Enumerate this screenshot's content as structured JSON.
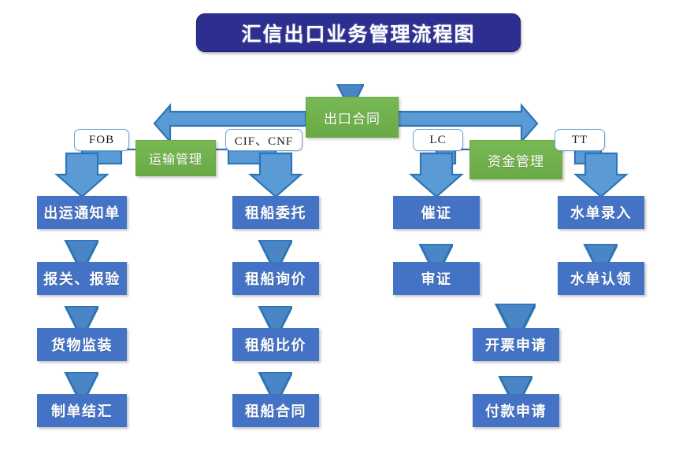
{
  "diagram": {
    "title": "汇信出口业务管理流程图",
    "type": "flowchart",
    "colors": {
      "title_fill": "#2c2f8f",
      "green_fill": "#6aaa46",
      "blue_fill": "#4472c4",
      "arrow_fill": "#5b9bd5",
      "arrow_stroke": "#2e75b6",
      "label_border": "#6ea4dc",
      "text_light": "#ffffff"
    },
    "root": {
      "label": "出口合同"
    },
    "branches": [
      {
        "hub": "运输管理",
        "conditions": [
          {
            "term": "FOB",
            "chain": [
              "出运通知单",
              "报关、报验",
              "货物监装",
              "制单结汇"
            ]
          },
          {
            "term": "CIF、CNF",
            "chain": [
              "租船委托",
              "租船询价",
              "租船比价",
              "租船合同"
            ]
          }
        ]
      },
      {
        "hub": "资金管理",
        "conditions": [
          {
            "term": "LC",
            "chain": [
              "催证",
              "审证"
            ]
          },
          {
            "term": "TT",
            "chain": [
              "水单录入",
              "水单认领"
            ]
          }
        ],
        "direct_chain": [
          "开票申请",
          "付款申请"
        ]
      }
    ],
    "nodes": {
      "root": "出口合同",
      "hub_transport": "运输管理",
      "hub_finance": "资金管理",
      "term_fob": "FOB",
      "term_cif": "CIF、CNF",
      "term_lc": "LC",
      "term_tt": "TT",
      "c1_1": "出运通知单",
      "c1_2": "报关、报验",
      "c1_3": "货物监装",
      "c1_4": "制单结汇",
      "c2_1": "租船委托",
      "c2_2": "租船询价",
      "c2_3": "租船比价",
      "c2_4": "租船合同",
      "c3_1": "催证",
      "c3_2": "审证",
      "c4_1": "开票申请",
      "c4_2": "付款申请",
      "c5_1": "水单录入",
      "c5_2": "水单认领"
    }
  }
}
